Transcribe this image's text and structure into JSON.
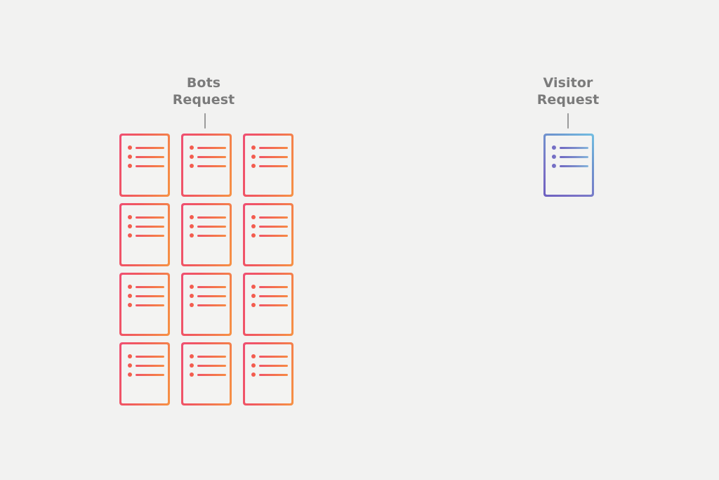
{
  "background_color": "#f2f2f1",
  "groups": [
    {
      "id": "bots",
      "title": "Bots\nRequest",
      "title_color": "#7b7b7b",
      "accent_start": "#ef4f72",
      "accent_end": "#f79244",
      "card_count": 12,
      "card_icon": "document-list-icon",
      "card_rows": 3
    },
    {
      "id": "visitor",
      "title": "Visitor\nRequest",
      "title_color": "#7b7b7b",
      "accent_start": "#6d5fc0",
      "accent_end": "#72bfe2",
      "card_count": 1,
      "card_icon": "document-list-icon",
      "card_rows": 3
    }
  ]
}
